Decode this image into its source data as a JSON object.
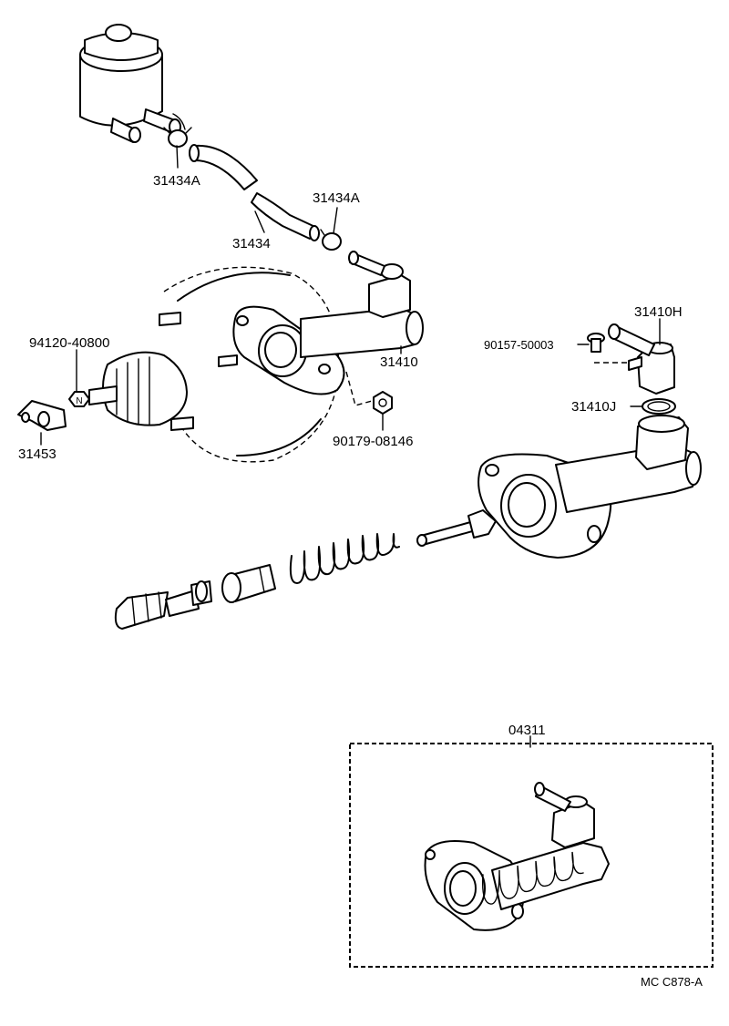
{
  "labels": {
    "reservoir_clamp_upper": "31434A",
    "reservoir_clamp_lower": "31434A",
    "reservoir_hose": "31434",
    "master_cylinder": "31410",
    "nut": "94120-40800",
    "nut_marker": "N",
    "clevis": "31453",
    "cylinder_nut": "90179-08146",
    "screw": "90157-50003",
    "union": "31410H",
    "grommet": "31410J",
    "repair_kit": "04311",
    "diagram_code": "MC C878-A"
  }
}
